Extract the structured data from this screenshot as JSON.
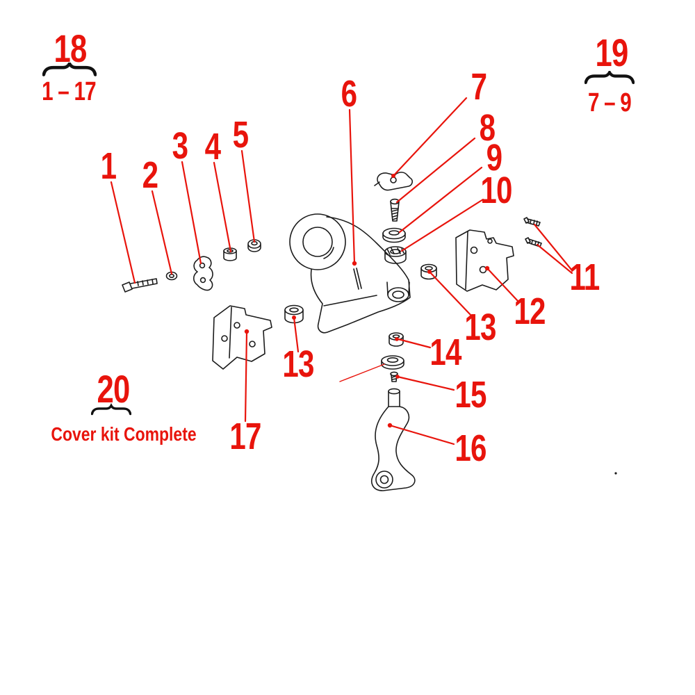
{
  "colors": {
    "accent": "#e8140c",
    "line": "#1b1b1b"
  },
  "callouts": [
    {
      "part": "1"
    },
    {
      "part": "2"
    },
    {
      "part": "3"
    },
    {
      "part": "4"
    },
    {
      "part": "5"
    },
    {
      "part": "6"
    },
    {
      "part": "7"
    },
    {
      "part": "8"
    },
    {
      "part": "9"
    },
    {
      "part": "10"
    },
    {
      "part": "11"
    },
    {
      "part": "12"
    },
    {
      "part": "13"
    },
    {
      "part": "13"
    },
    {
      "part": "14"
    },
    {
      "part": "15"
    },
    {
      "part": "16"
    },
    {
      "part": "17"
    }
  ],
  "groups": {
    "g18": {
      "number": "18",
      "range": "1 – 17"
    },
    "g19": {
      "number": "19",
      "range": "7 – 9"
    },
    "g20": {
      "number": "20",
      "range": "Cover kit Complete"
    }
  }
}
